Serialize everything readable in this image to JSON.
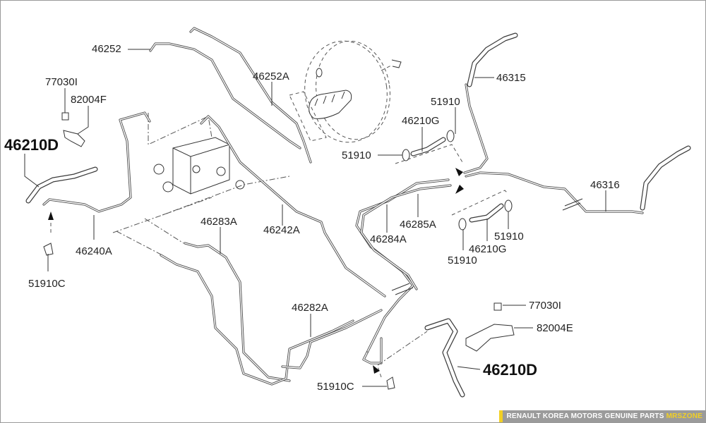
{
  "diagram": {
    "title": "Brake Fluid Line",
    "callouts": [
      {
        "id": "46252",
        "text": "46252",
        "emphasis": false
      },
      {
        "id": "46252A",
        "text": "46252A",
        "emphasis": false
      },
      {
        "id": "77030I-top",
        "text": "77030I",
        "emphasis": false
      },
      {
        "id": "82004F",
        "text": "82004F",
        "emphasis": false
      },
      {
        "id": "46210D-left",
        "text": "46210D",
        "emphasis": true
      },
      {
        "id": "46240A",
        "text": "46240A",
        "emphasis": false
      },
      {
        "id": "51910C-left",
        "text": "51910C",
        "emphasis": false
      },
      {
        "id": "46283A",
        "text": "46283A",
        "emphasis": false
      },
      {
        "id": "46242A",
        "text": "46242A",
        "emphasis": false
      },
      {
        "id": "46284A",
        "text": "46284A",
        "emphasis": false
      },
      {
        "id": "46285A",
        "text": "46285A",
        "emphasis": false
      },
      {
        "id": "46282A",
        "text": "46282A",
        "emphasis": false
      },
      {
        "id": "51910C-bottom",
        "text": "51910C",
        "emphasis": false
      },
      {
        "id": "46315",
        "text": "46315",
        "emphasis": false
      },
      {
        "id": "51910-a",
        "text": "51910",
        "emphasis": false
      },
      {
        "id": "46210G-top",
        "text": "46210G",
        "emphasis": false
      },
      {
        "id": "51910-b",
        "text": "51910",
        "emphasis": false
      },
      {
        "id": "46316",
        "text": "46316",
        "emphasis": false
      },
      {
        "id": "51910-c",
        "text": "51910",
        "emphasis": false
      },
      {
        "id": "46210G-bottom",
        "text": "46210G",
        "emphasis": false
      },
      {
        "id": "51910-d",
        "text": "51910",
        "emphasis": false
      },
      {
        "id": "77030I-bottom",
        "text": "77030I",
        "emphasis": false
      },
      {
        "id": "82004E",
        "text": "82004E",
        "emphasis": false
      },
      {
        "id": "46210D-right",
        "text": "46210D",
        "emphasis": true
      }
    ]
  },
  "footer": {
    "text": "RENAULT KOREA MOTORS GENUINE PARTS",
    "brand": "MRSZONE",
    "accent_color": "#f2d024",
    "background_color": "#9b9b9b"
  }
}
